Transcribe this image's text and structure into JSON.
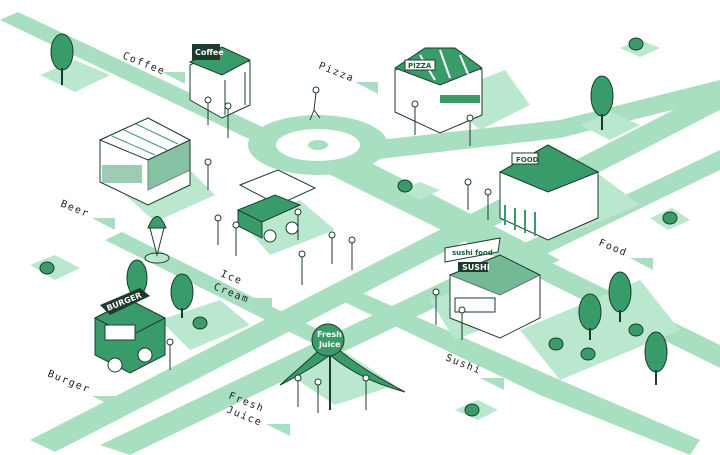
{
  "labels": {
    "coffee": "Coffee",
    "pizza": "Pizza",
    "beer": "Beer",
    "food": "Food",
    "ice_cream_1": "Ice",
    "ice_cream_2": "Cream",
    "sushi": "Sushi",
    "burger": "Burger",
    "fresh_juice_1": "Fresh",
    "fresh_juice_2": "Juice"
  },
  "signs": {
    "coffee": "Coffee",
    "pizza": "PIZZA",
    "food": "FOOD",
    "sushi_food": "sushi food",
    "sushi": "SUSHI",
    "burger": "BURGER",
    "juice_1": "Fresh",
    "juice_2": "Juice"
  },
  "colors": {
    "road": "#a8dfc0",
    "shade": "#b9e8cf",
    "green": "#3a9b6a",
    "dark": "#1d3b2c"
  }
}
